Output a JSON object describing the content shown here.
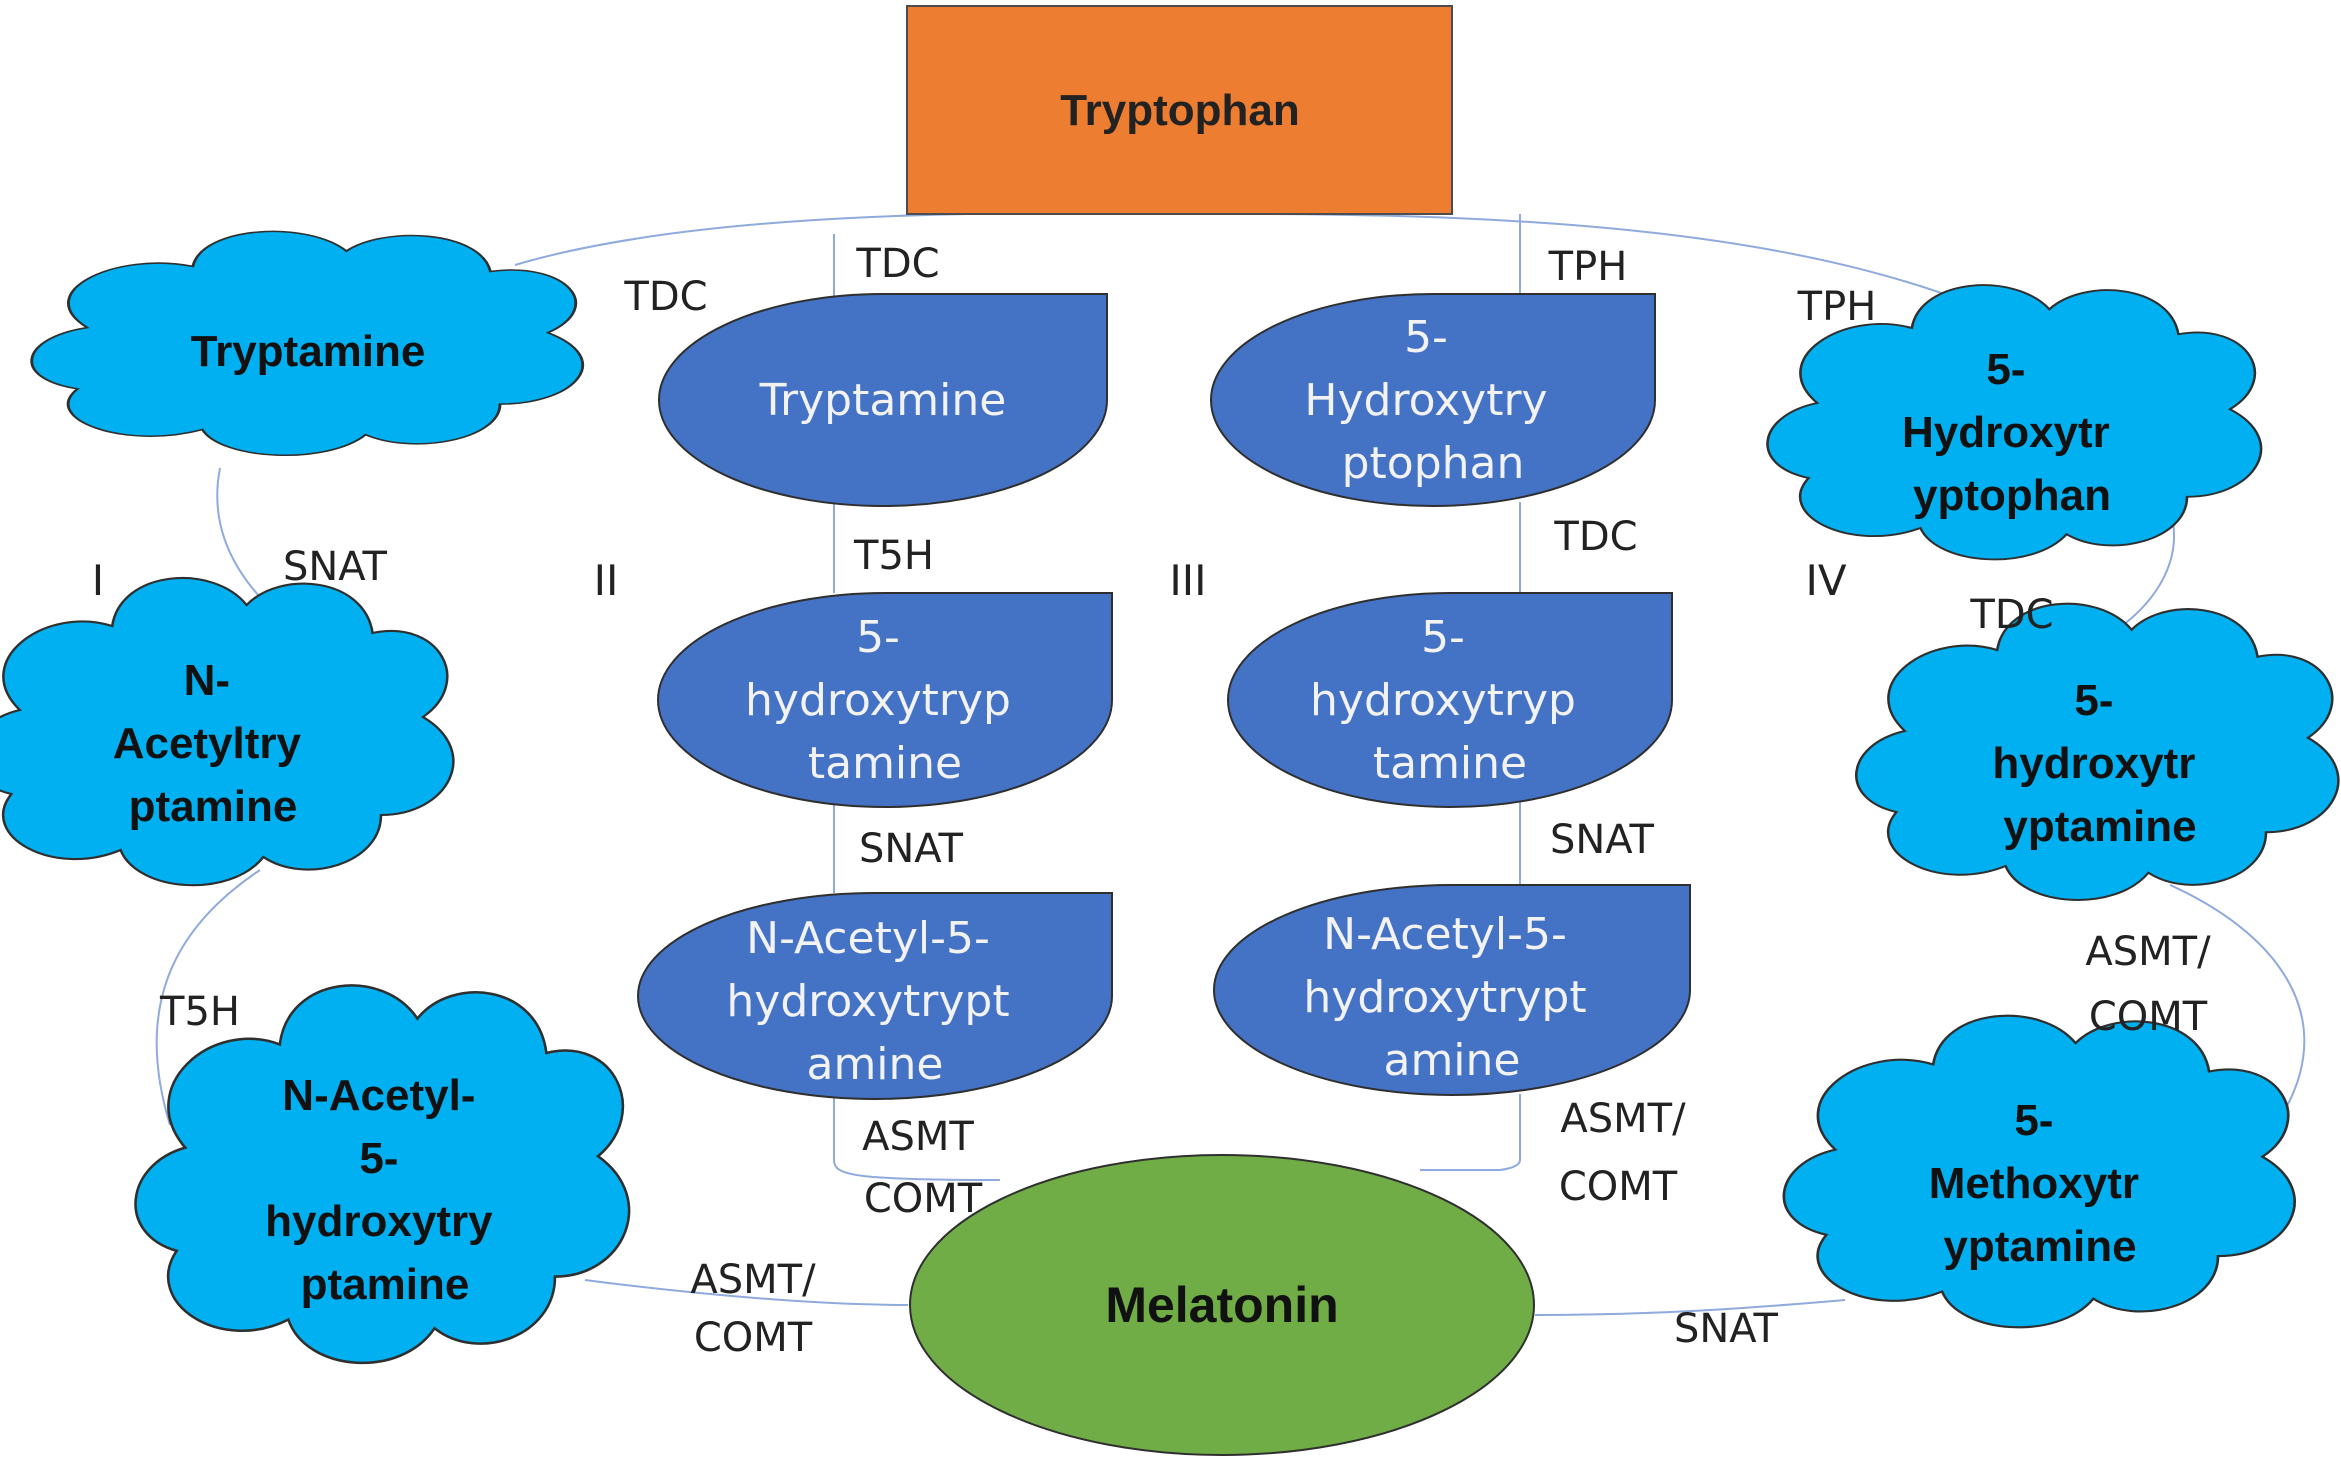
{
  "colors": {
    "tryptophan_fill": "#ED7D31",
    "melatonin_fill": "#70AD47",
    "cloud_fill": "#00B0F0",
    "shape_fill": "#4472C4",
    "line": "#8FAADC"
  },
  "top_node": "Tryptophan",
  "bottom_node": "Melatonin",
  "pathway_labels": [
    "I",
    "II",
    "III",
    "IV"
  ],
  "pathway1": {
    "nodes": [
      [
        "Tryptamine"
      ],
      [
        "N-",
        "Acetyltry",
        "ptamine"
      ],
      [
        "N-Acetyl-",
        "5-",
        "hydroxytry",
        "ptamine"
      ]
    ],
    "enzymes": [
      "TDC",
      "SNAT",
      "T5H",
      "ASMT/",
      "COMT"
    ]
  },
  "pathway2": {
    "nodes": [
      [
        "Tryptamine"
      ],
      [
        "5-",
        "hydroxytryp",
        "tamine"
      ],
      [
        "N-Acetyl-5-",
        "hydroxytrypt",
        "amine"
      ]
    ],
    "enzymes": [
      "TDC",
      "T5H",
      "SNAT",
      "ASMT",
      "COMT"
    ]
  },
  "pathway3": {
    "nodes": [
      [
        "5-",
        "Hydroxytry",
        "ptophan"
      ],
      [
        "5-",
        "hydroxytryp",
        "tamine"
      ],
      [
        "N-Acetyl-5-",
        "hydroxytrypt",
        "amine"
      ]
    ],
    "enzymes": [
      "TPH",
      "TDC",
      "SNAT",
      "ASMT/",
      "COMT"
    ]
  },
  "pathway4": {
    "nodes": [
      [
        "5-",
        "Hydroxytr",
        "yptophan"
      ],
      [
        "5-",
        "hydroxytr",
        "yptamine"
      ],
      [
        "5-",
        "Methoxytr",
        "yptamine"
      ]
    ],
    "enzymes": [
      "TPH",
      "TDC",
      "ASMT/",
      "COMT",
      "SNAT"
    ]
  }
}
